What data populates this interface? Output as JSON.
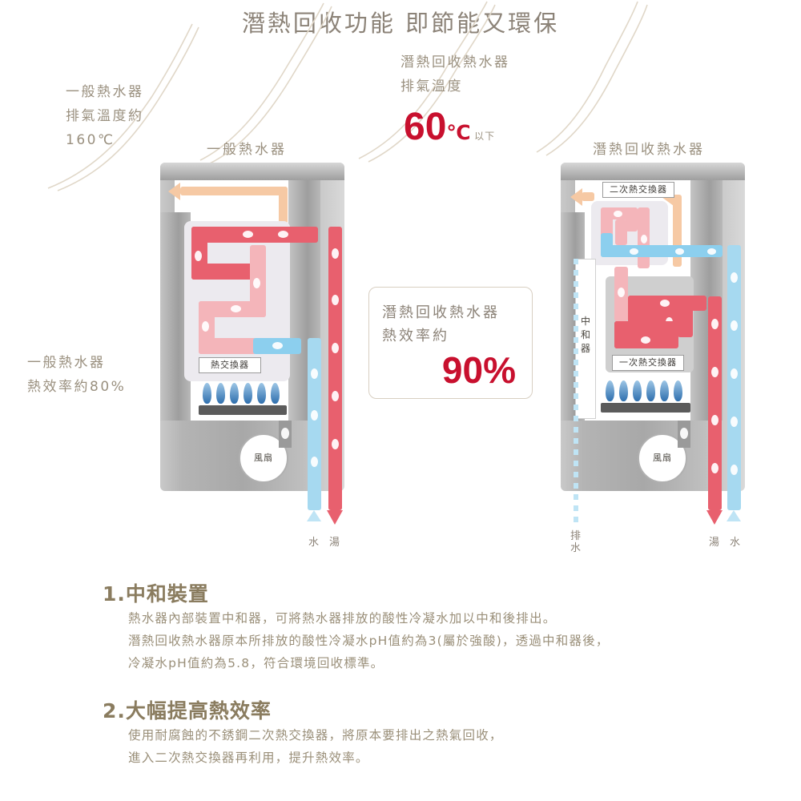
{
  "title": "潛熱回收功能 即節能又環保",
  "annotations": {
    "left_exhaust": {
      "line1": "一般熱水器",
      "line2": "排氣溫度約",
      "line3": "160℃"
    },
    "center_exhaust": {
      "line1": "潛熱回收熱水器",
      "line2": "排氣溫度",
      "value": "60",
      "unit": "℃",
      "note": "以下"
    },
    "left_efficiency": {
      "line1": "一般熱水器",
      "line2": "熱效率約80%"
    },
    "efficiency_box": {
      "line1": "潛熱回收熱水器",
      "line2": "熱效率約",
      "value": "90%"
    }
  },
  "units": {
    "left": {
      "caption": "一般熱水器",
      "exchanger_label": "熱交換器",
      "fan_label": "風扇",
      "flow_water": "水",
      "flow_hot": "湯"
    },
    "right": {
      "caption": "潛熱回收熱水器",
      "secondary_exchanger_label": "二次熱交換器",
      "primary_exchanger_label": "一次熱交換器",
      "neutralizer_label": "中和器",
      "fan_label": "風扇",
      "drain_label": "排水",
      "flow_hot": "湯",
      "flow_water": "水"
    }
  },
  "sections": [
    {
      "heading": "1.中和裝置",
      "lines": [
        "熱水器內部裝置中和器，可將熱水器排放的酸性冷凝水加以中和後排出。",
        "潛熱回收熱水器原本所排放的酸性冷凝水pH值約為3(屬於強酸)，透過中和器後，",
        "冷凝水pH值約為5.8，符合環境回收標準。"
      ]
    },
    {
      "heading": "2.大幅提高熱效率",
      "lines": [
        "使用耐腐蝕的不銹鋼二次熱交換器，將原本要排出之熱氣回收，",
        "進入二次熱交換器再利用，提升熱效率。"
      ]
    }
  ],
  "colors": {
    "hot_pipe": "#e8606e",
    "cold_pipe": "#a6d9f0",
    "exhaust": "#f6c9a4",
    "accent_red": "#c8102e",
    "text": "#9a907f"
  }
}
